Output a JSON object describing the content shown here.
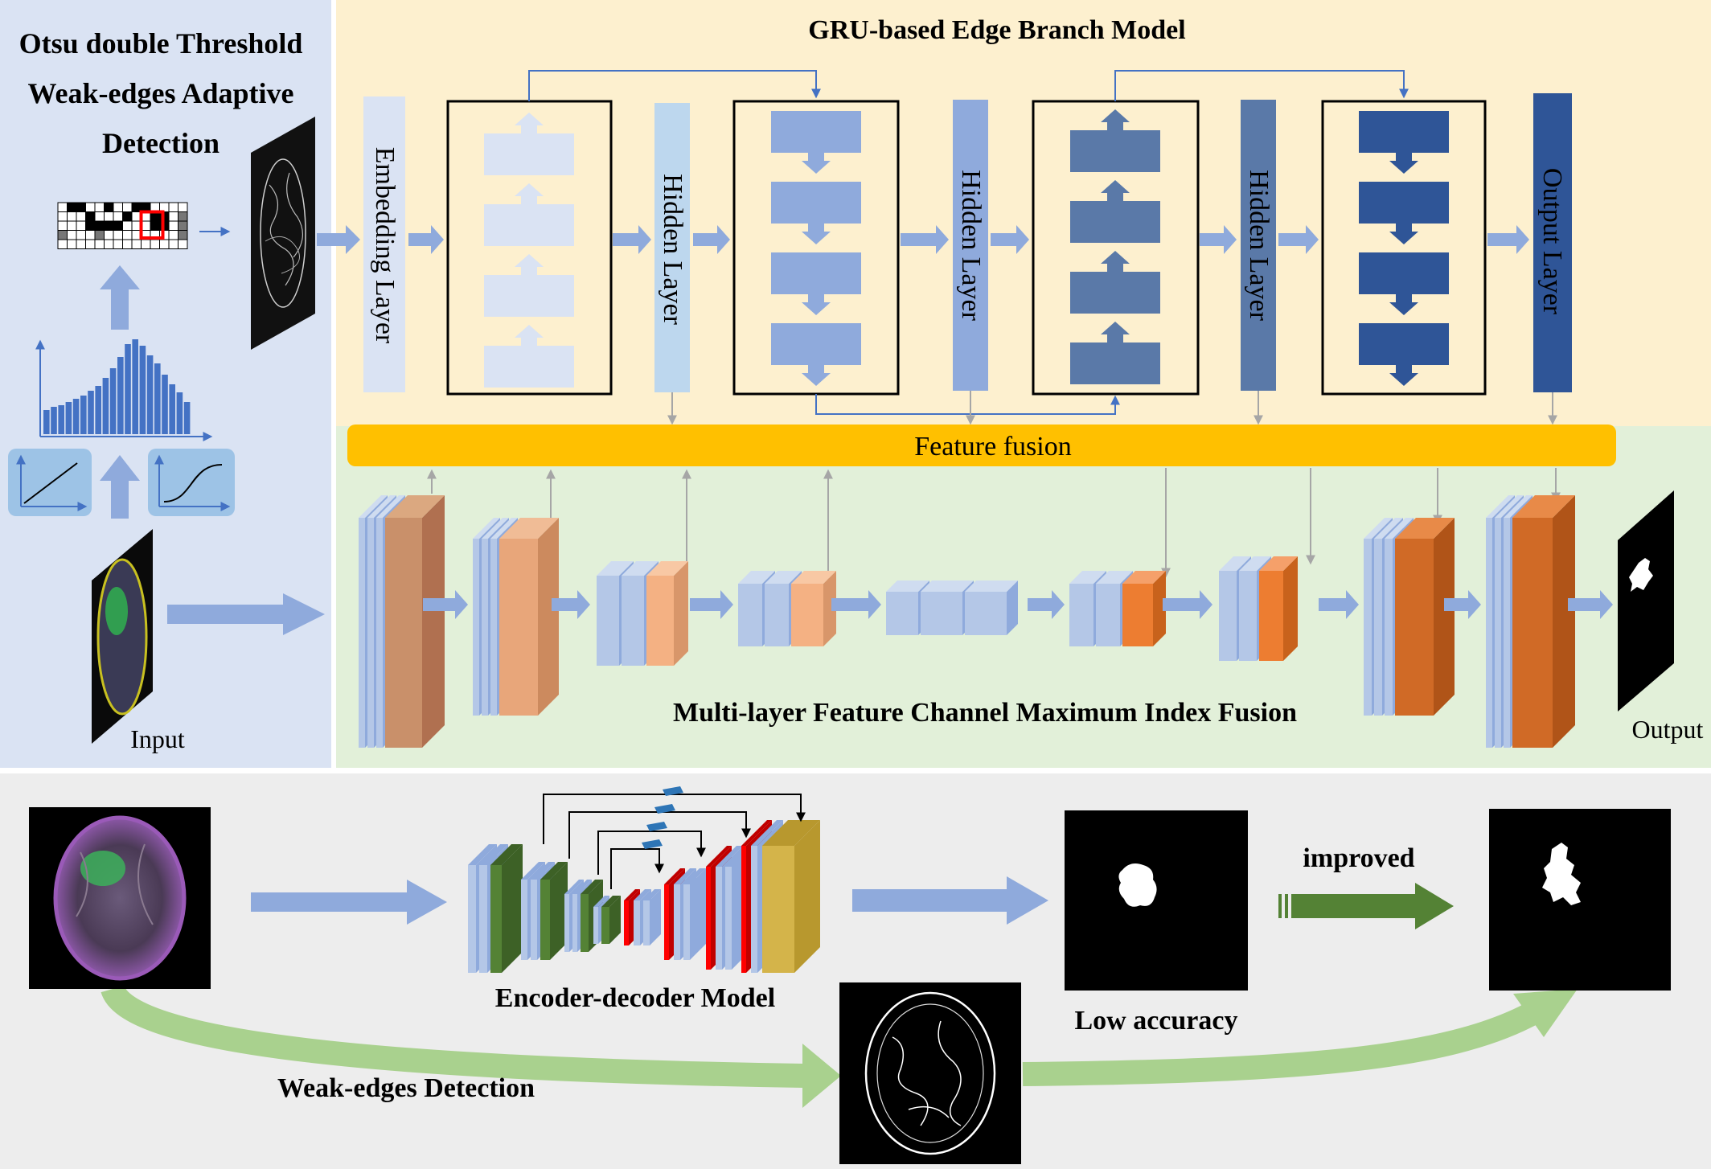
{
  "left_panel": {
    "title_line1": "Otsu double Threshold",
    "title_line2": "Weak-edges Adaptive",
    "title_line3": "Detection",
    "input_label": "Input"
  },
  "gru_panel": {
    "title": "GRU-based Edge Branch Model",
    "embedding_label": "Embedding Layer",
    "hidden_label_1": "Hidden Layer",
    "hidden_label_2": "Hidden Layer",
    "hidden_label_3": "Hidden Layer",
    "output_layer_label": "Output Layer"
  },
  "fusion_bar": {
    "label": "Feature fusion"
  },
  "multilayer_panel": {
    "title": "Multi-layer Feature Channel Maximum Index Fusion",
    "output_label": "Output"
  },
  "bottom_panel": {
    "encoder_decoder_label": "Encoder-decoder Model",
    "low_accuracy_label": "Low accuracy",
    "improved_label": "improved",
    "weak_edges_label": "Weak-edges Detection"
  },
  "colors": {
    "left_bg": "#dae3f3",
    "gru_bg": "#fdf0cf",
    "multi_bg": "#e2f0d9",
    "bottom_bg": "#ededed",
    "fusion_bar": "#ffc000",
    "arrow_blue": "#8faadc",
    "green_arrow": "#a9d18e",
    "improved_arrow": "#548235"
  }
}
